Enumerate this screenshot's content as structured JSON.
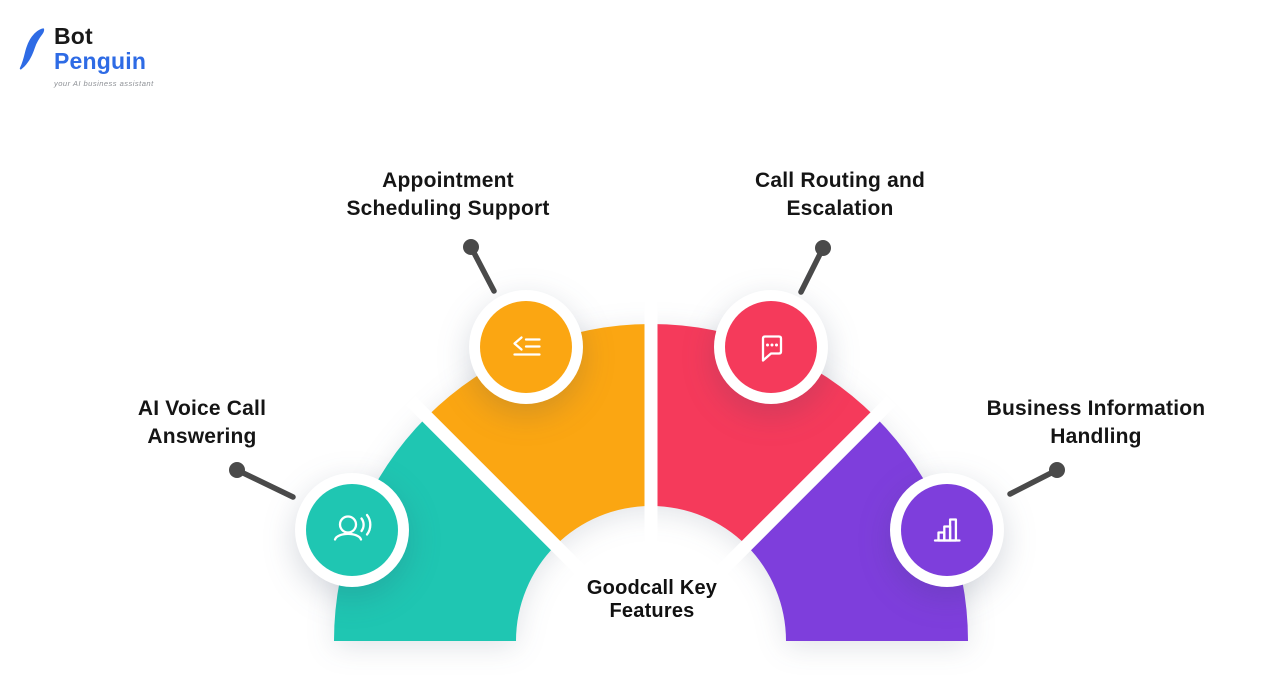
{
  "brand": {
    "name_top": "Bot",
    "name_bottom": "Penguin",
    "tagline": "your AI business assistant",
    "blue": "#2E6BE5",
    "dark": "#181818"
  },
  "title": "Goodcall Key\nFeatures",
  "colors": {
    "connector": "#4A4A4A",
    "white": "#FFFFFF",
    "text": "#151515"
  },
  "features": [
    {
      "label": "AI Voice Call\nAnswering",
      "color": "#1FC6B2",
      "icon": "voice-call-icon"
    },
    {
      "label": "Appointment\nScheduling Support",
      "color": "#FBA612",
      "icon": "schedule-list-icon"
    },
    {
      "label": "Call Routing and\nEscalation",
      "color": "#F53A5B",
      "icon": "chat-bubble-icon"
    },
    {
      "label": "Business Information\nHandling",
      "color": "#7E3EDC",
      "icon": "bar-chart-icon"
    }
  ]
}
